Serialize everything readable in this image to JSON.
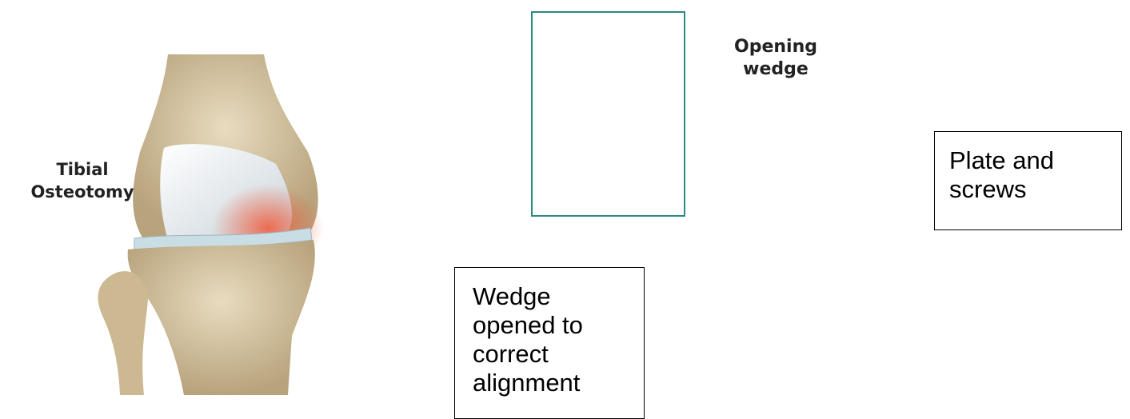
{
  "left_figure": {
    "title_line1": "Tibial",
    "title_line2": "Osteotomy"
  },
  "right_figure": {
    "title_line1": "Opening",
    "title_line2": "wedge"
  },
  "callouts": {
    "plate": [
      "Plate and",
      "screws"
    ],
    "wedge": [
      "Wedge",
      "opened to",
      "correct",
      "alignment"
    ]
  },
  "colors": {
    "bone": "#d9c7a3",
    "cartilage": "#e9eef2",
    "meniscus": "#c9dde4",
    "inflammation": "#e8503a",
    "inset_border": "#2c8a85",
    "wedge": "#b07a5e"
  }
}
